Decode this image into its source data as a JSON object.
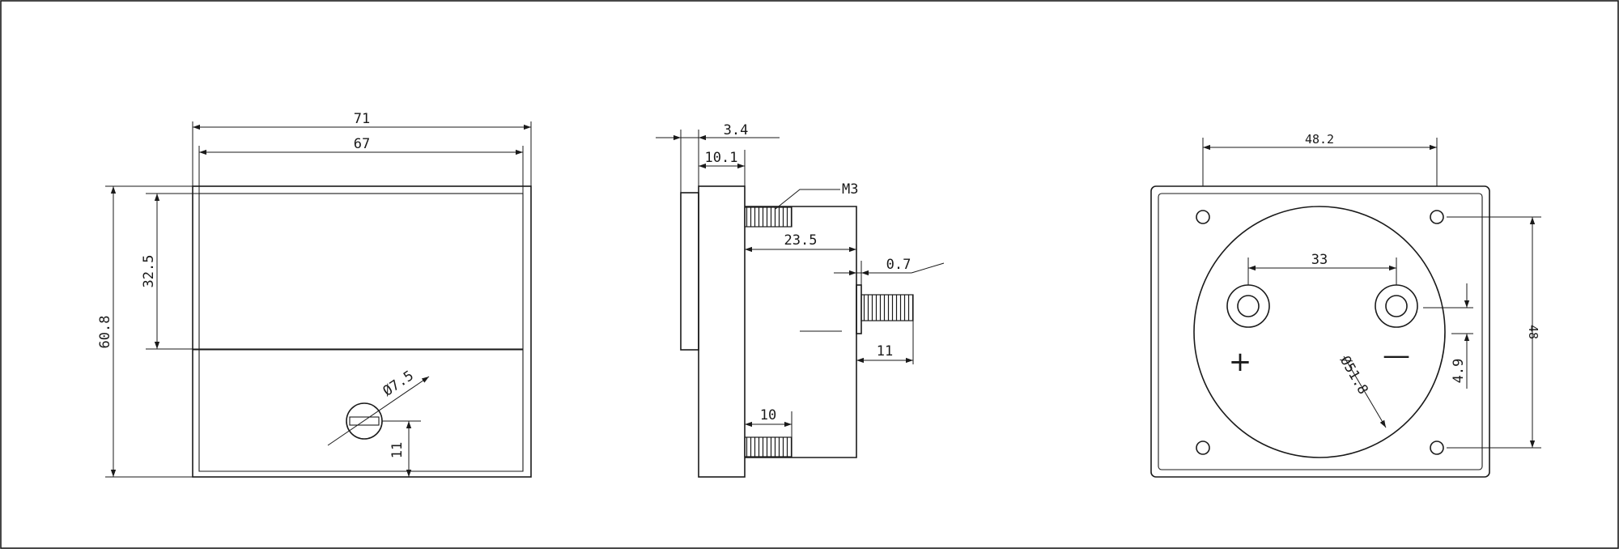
{
  "front_view": {
    "width_outer": "71",
    "width_inner": "67",
    "height_total": "60.8",
    "window_height": "32.5",
    "adjuster_diameter": "Ø7.5",
    "adjuster_offset": "11"
  },
  "side_view": {
    "bezel_thickness": "3.4",
    "flange_thickness": "10.1",
    "screw_label": "M3",
    "body_depth": "23.5",
    "washer_thickness": "0.7",
    "stud_length": "11",
    "mount_screw_length": "10"
  },
  "rear_view": {
    "hole_spacing_h": "48.2",
    "terminal_spacing": "33",
    "case_diameter": "Ø51.8",
    "terminal_offset": "4.9",
    "hole_spacing_v": "48",
    "polarity_plus": "+",
    "polarity_minus": "—"
  }
}
